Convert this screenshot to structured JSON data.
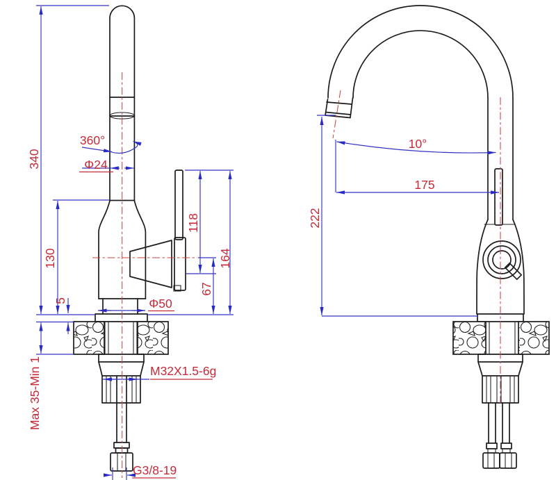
{
  "page": {
    "background": "#ffffff"
  },
  "drawing": {
    "type": "technical-dimension-drawing",
    "subject": "kitchen mixer faucet, two orthographic views with dimensions",
    "units": "mm",
    "colors": {
      "outline": "#1c1c1c",
      "dimension_lines": "#3434c4",
      "annotation_text": "#c62a38",
      "centerline": "#cc4343"
    },
    "side_view": {
      "overall_height": "340",
      "swivel_angle": "360°",
      "spout_diameter": "Φ24",
      "spout_joint_height": "130",
      "base_plate_height": "5",
      "lever_length": "118",
      "lever_top_height": "164",
      "body_axis_height": "67",
      "base_diameter": "Φ50",
      "deck_thickness_range": "Max 35-Min 1",
      "mounting_thread": "M32X1.5-6g",
      "inlet_thread": "G3/8-19"
    },
    "front_view": {
      "outlet_tilt_angle": "10°",
      "spout_reach": "175",
      "outlet_height": "222"
    }
  }
}
